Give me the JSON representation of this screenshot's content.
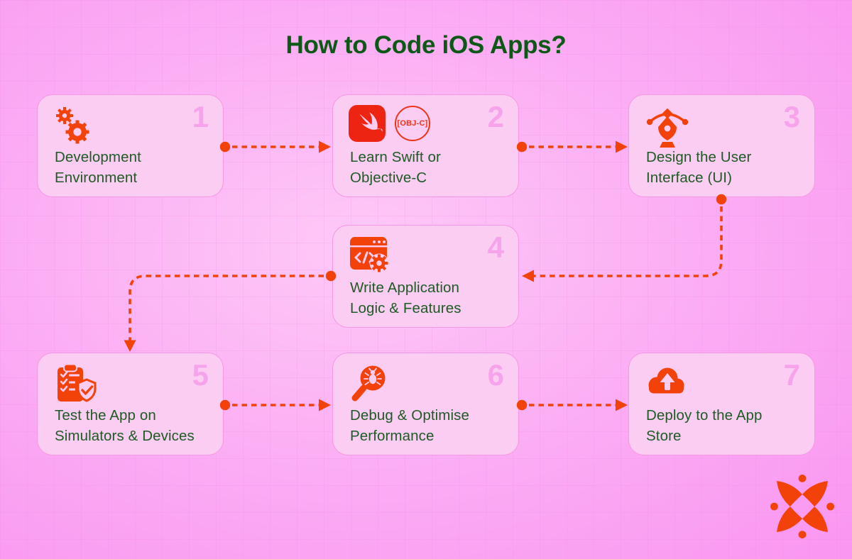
{
  "page": {
    "title": "How to Code iOS Apps?"
  },
  "colors": {
    "accent_orange": "#f2420a",
    "swift_red": "#ee2413",
    "title_green": "#0c5916",
    "text_green": "#1e5b23",
    "card_background": "#fbcdf3",
    "number_pink": "#f7a3ec",
    "canvas_pink": "#fbabf3"
  },
  "steps": [
    {
      "number": "1",
      "label": "Development\nEnvironment",
      "icon": "gears-icon"
    },
    {
      "number": "2",
      "label": "Learn Swift or\nObjective-C",
      "icon": "swift-icon",
      "badge": "[OBJ-C]"
    },
    {
      "number": "3",
      "label": "Design the User\nInterface (UI)",
      "icon": "pen-tool-icon"
    },
    {
      "number": "4",
      "label": "Write Application\nLogic & Features",
      "icon": "code-window-gear-icon"
    },
    {
      "number": "5",
      "label": "Test the App on\nSimulators & Devices",
      "icon": "checklist-shield-icon"
    },
    {
      "number": "6",
      "label": "Debug & Optimise\nPerformance",
      "icon": "bug-magnifier-icon"
    },
    {
      "number": "7",
      "label": "Deploy to the App\nStore",
      "icon": "cloud-upload-icon"
    }
  ],
  "flow": {
    "connector_style": "dashed",
    "sequence": [
      "1>2",
      "2>3",
      "3>4",
      "4>5",
      "5>6",
      "6>7"
    ]
  },
  "branding": {
    "logo": "pinwheel-compass-logo"
  }
}
